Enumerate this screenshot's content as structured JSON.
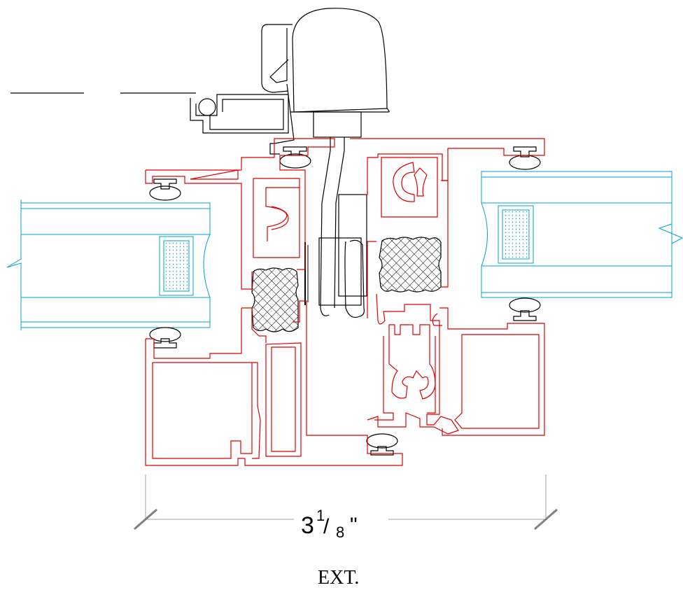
{
  "dimension": {
    "whole": "3",
    "numerator": "1",
    "slash": "/",
    "denominator": "8",
    "unit": "\""
  },
  "side_label": "EXT.",
  "colors": {
    "frame": "#e00000",
    "hardware": "#000000",
    "glazing": "#00a0d0",
    "dimension": "#a0a0a0"
  }
}
